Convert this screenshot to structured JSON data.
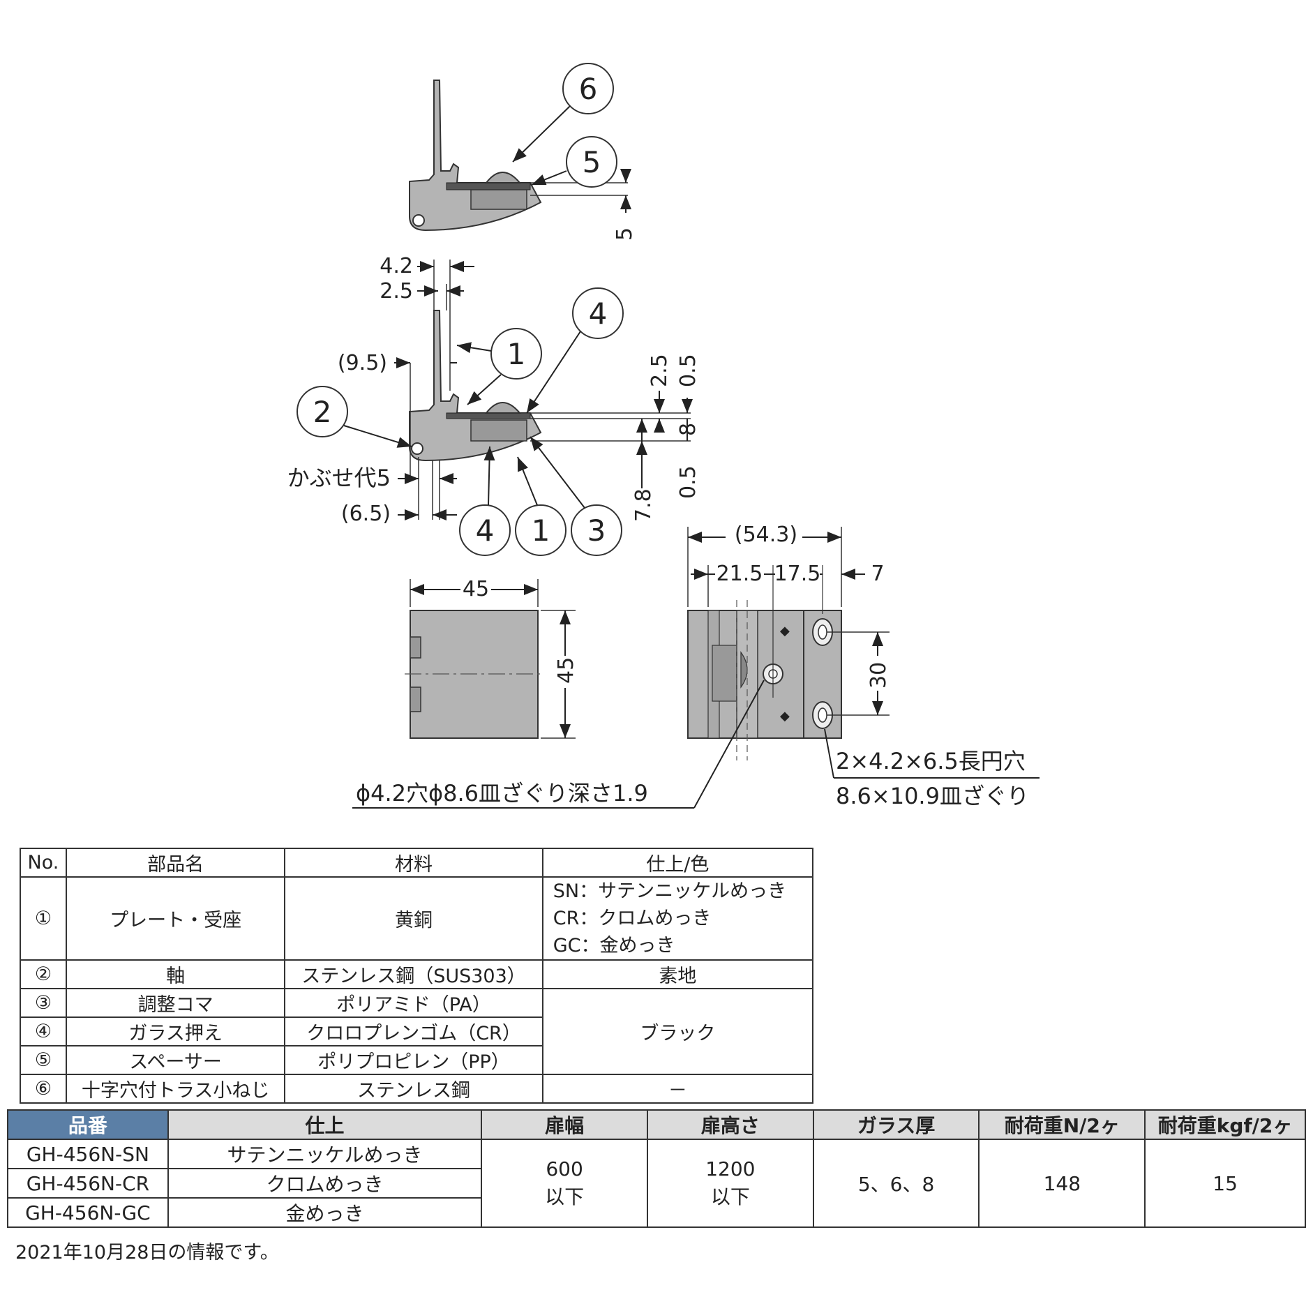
{
  "drawing": {
    "callouts": {
      "c1a": "1",
      "c1b": "1",
      "c2": "2",
      "c3": "3",
      "c4a": "4",
      "c4b": "4",
      "c5": "5",
      "c6": "6"
    },
    "dimensions": {
      "d5_top": "5",
      "d4_2": "4.2",
      "d2_5": "2.5",
      "d9_5": "(9.5)",
      "d2_5_vert": "2.5",
      "d0_5_top": "0.5",
      "d8": "8",
      "d0_5_bottom": "0.5",
      "d7_8": "7.8",
      "overlap": "かぶせ代5",
      "d6_5": "(6.5)",
      "d54_3": "(54.3)",
      "d21_5": "21.5",
      "d17_5": "17.5",
      "d7": "7",
      "d45_w": "45",
      "d45_h": "45",
      "d30": "30"
    },
    "notes": {
      "hole_note": "ϕ4.2穴ϕ8.6皿ざぐり深さ1.9",
      "slot_note_1": "2×4.2×6.5長円穴",
      "slot_note_2": "8.6×10.9皿ざぐり"
    }
  },
  "parts_table": {
    "headers": [
      "No.",
      "部品名",
      "材料",
      "仕上/色"
    ],
    "rows": [
      {
        "no": "①",
        "name": "プレート・受座",
        "material": "黄銅",
        "finish_lines": [
          "SN：サテンニッケルめっき",
          "CR：クロムめっき",
          "GC：金めっき"
        ]
      },
      {
        "no": "②",
        "name": "軸",
        "material": "ステンレス鋼（SUS303）",
        "finish": "素地"
      },
      {
        "no": "③",
        "name": "調整コマ",
        "material": "ポリアミド（PA）",
        "finish": "ブラック"
      },
      {
        "no": "④",
        "name": "ガラス押え",
        "material": "クロロプレンゴム（CR）"
      },
      {
        "no": "⑤",
        "name": "スペーサー",
        "material": "ポリプロピレン（PP）"
      },
      {
        "no": "⑥",
        "name": "十字穴付トラス小ねじ",
        "material": "ステンレス鋼",
        "finish": "－"
      }
    ]
  },
  "spec_table": {
    "headers": [
      "品番",
      "仕上",
      "扉幅",
      "扉高さ",
      "ガラス厚",
      "耐荷重N/2ヶ",
      "耐荷重kgf/2ヶ"
    ],
    "rows": [
      {
        "part_no": "GH-456N-SN",
        "finish": "サテンニッケルめっき"
      },
      {
        "part_no": "GH-456N-CR",
        "finish": "クロムめっき"
      },
      {
        "part_no": "GH-456N-GC",
        "finish": "金めっき"
      }
    ],
    "door_width_value": "600",
    "door_width_suffix": "以下",
    "door_height_value": "1200",
    "door_height_suffix": "以下",
    "glass_thickness": "5、6、8",
    "load_n": "148",
    "load_kgf": "15"
  },
  "footnote": "2021年10月28日の情報です。"
}
